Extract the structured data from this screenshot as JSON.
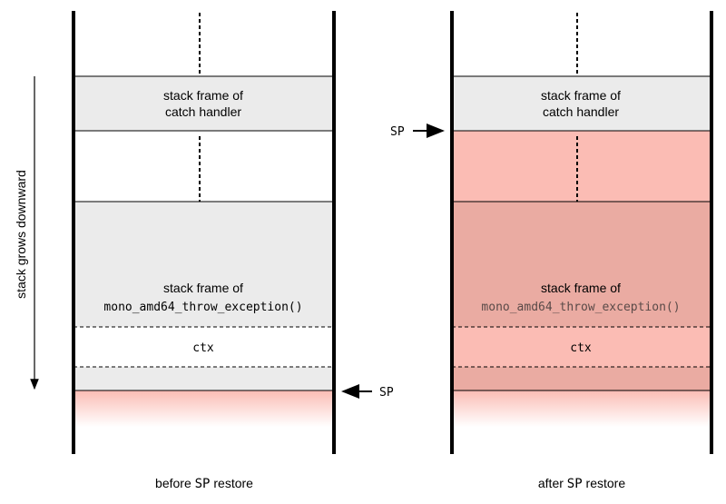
{
  "side_label": "stack grows downward",
  "left": {
    "catch_frame_line1": "stack frame of",
    "catch_frame_line2": "catch handler",
    "throw_frame_line1": "stack frame of",
    "throw_frame_func": "mono_amd64_throw_exception()",
    "ctx": "ctx",
    "sp_label": "SP",
    "caption_before": "before ",
    "caption_code": "SP",
    "caption_after": " restore"
  },
  "right": {
    "catch_frame_line1": "stack frame of",
    "catch_frame_line2": "catch handler",
    "throw_frame_line1": "stack frame of",
    "throw_frame_func": "mono_amd64_throw_exception()",
    "ctx": "ctx",
    "sp_label": "SP",
    "caption_before": "after ",
    "caption_code": "SP",
    "caption_after": " restore"
  },
  "colors": {
    "frame_gray": "#ebebeb",
    "highlight_red": "#fbbcb4",
    "highlight_red_dark": "#eaaba2",
    "line": "#000000"
  }
}
